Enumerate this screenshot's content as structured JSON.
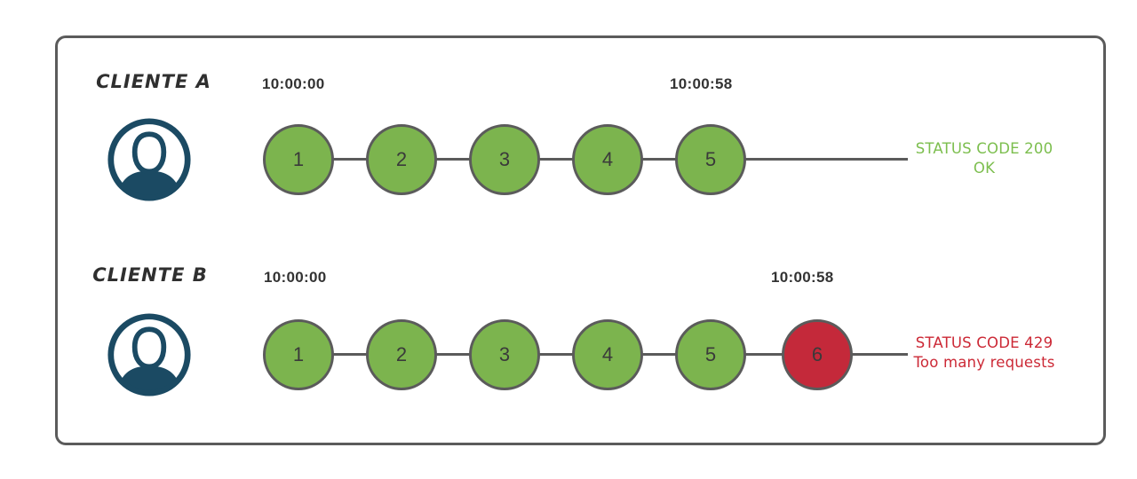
{
  "clients": [
    {
      "name": "CLIENTE A",
      "start_time": "10:00:00",
      "end_time": "10:00:58",
      "requests": [
        {
          "label": "1",
          "color": "#7CB44E"
        },
        {
          "label": "2",
          "color": "#7CB44E"
        },
        {
          "label": "3",
          "color": "#7CB44E"
        },
        {
          "label": "4",
          "color": "#7CB44E"
        },
        {
          "label": "5",
          "color": "#7CB44E"
        }
      ],
      "status": {
        "line1": "STATUS CODE 200",
        "line2": "OK",
        "color": "#7CBE4E"
      }
    },
    {
      "name": "CLIENTE B",
      "start_time": "10:00:00",
      "end_time": "10:00:58",
      "requests": [
        {
          "label": "1",
          "color": "#7CB44E"
        },
        {
          "label": "2",
          "color": "#7CB44E"
        },
        {
          "label": "3",
          "color": "#7CB44E"
        },
        {
          "label": "4",
          "color": "#7CB44E"
        },
        {
          "label": "5",
          "color": "#7CB44E"
        },
        {
          "label": "6",
          "color": "#C4293A"
        }
      ],
      "status": {
        "line1": "STATUS CODE 429",
        "line2": "Too many requests",
        "color": "#CC2936"
      }
    }
  ],
  "colors": {
    "green": "#7CB44E",
    "red": "#C4293A",
    "line": "#5B5B5B",
    "avatar": "#1B4A63",
    "timestamp": "#333333"
  }
}
